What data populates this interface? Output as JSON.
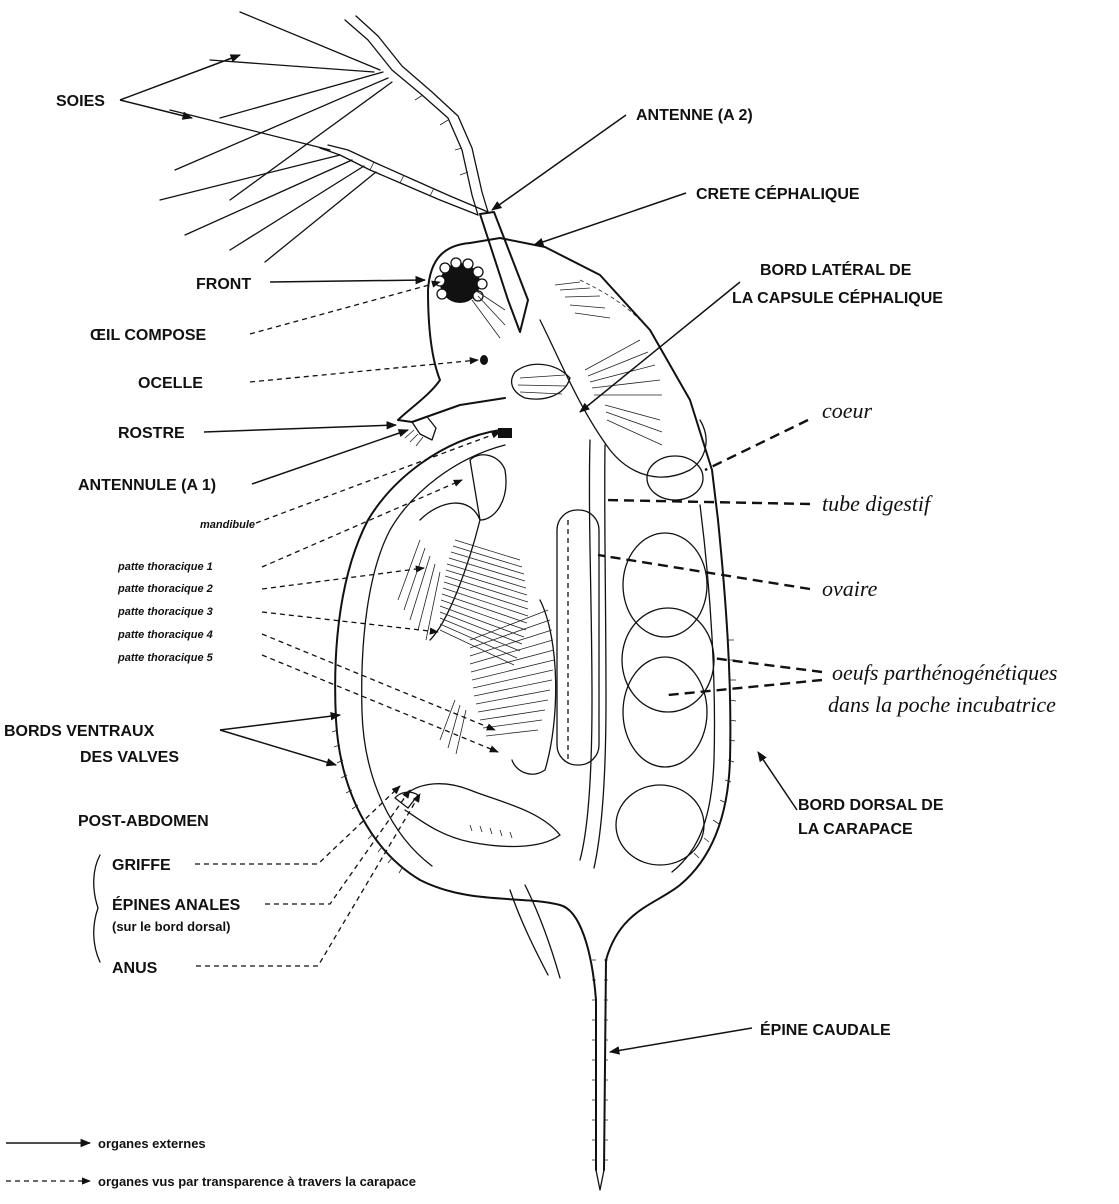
{
  "labels": {
    "soies": "SOIES",
    "antenne": "ANTENNE (A 2)",
    "crete": "CRETE CÉPHALIQUE",
    "bord_lateral_1": "BORD LATÉRAL DE",
    "bord_lateral_2": "LA CAPSULE CÉPHALIQUE",
    "front": "FRONT",
    "oeil": "ŒIL COMPOSE",
    "ocelle": "OCELLE",
    "rostre": "ROSTRE",
    "antennule": "ANTENNULE (A 1)",
    "mandibule": "mandibule",
    "patte1": "patte thoracique 1",
    "patte2": "patte thoracique 2",
    "patte3": "patte thoracique 3",
    "patte4": "patte thoracique 4",
    "patte5": "patte thoracique 5",
    "coeur": "coeur",
    "tube": "tube digestif",
    "ovaire": "ovaire",
    "oeufs_1": "oeufs parthénogénétiques",
    "oeufs_2": "dans la poche incubatrice",
    "bords_ventraux_1": "BORDS VENTRAUX",
    "bords_ventraux_2": "DES VALVES",
    "bord_dorsal_1": "BORD DORSAL DE",
    "bord_dorsal_2": "LA CARAPACE",
    "post_abdomen": "POST-ABDOMEN",
    "griffe": "GRIFFE",
    "epines_anales": "ÉPINES ANALES",
    "epines_sub": "(sur le bord dorsal)",
    "anus": "ANUS",
    "epine_caudale": "ÉPINE CAUDALE"
  },
  "legend": {
    "solid": "organes externes",
    "dashed": "organes vus par transparence à travers la carapace"
  }
}
